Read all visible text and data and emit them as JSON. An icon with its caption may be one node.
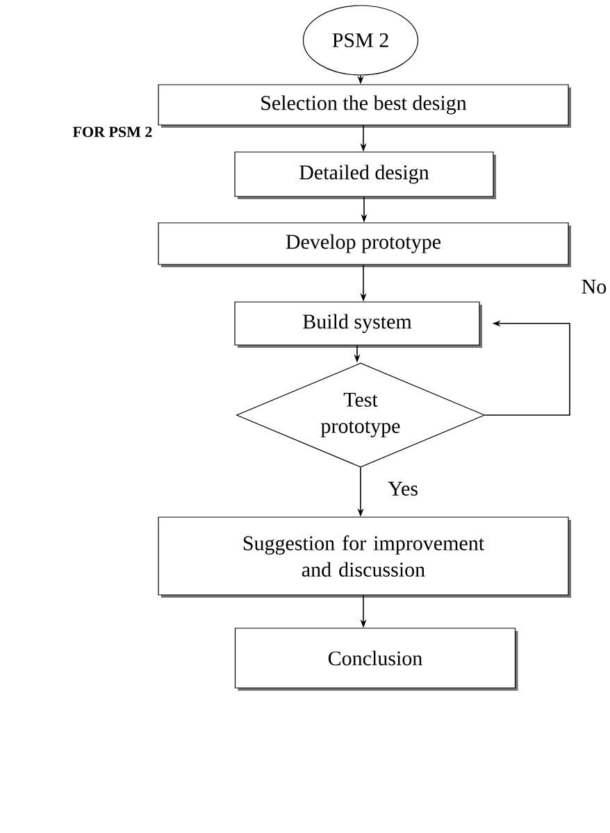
{
  "diagram": {
    "nodes": [
      {
        "text": [
          "PSM 2"
        ]
      },
      {
        "text": [
          "Selection the best design"
        ]
      },
      {
        "text": [
          "Detailed design"
        ]
      },
      {
        "text": [
          "Develop prototype"
        ]
      },
      {
        "text": [
          "Build system"
        ]
      },
      {
        "text": [
          "Test prototype"
        ]
      },
      {
        "text": [
          "Suggestion for improvement and discussion"
        ]
      },
      {
        "text": [
          "Conclusion"
        ]
      }
    ],
    "edges": [
      {
        "from": 0,
        "to": 1,
        "arrow": "to"
      },
      {
        "from": 1,
        "to": 2,
        "arrow": "to"
      },
      {
        "from": 2,
        "to": 3,
        "arrow": "to"
      },
      {
        "from": 3,
        "to": 4,
        "arrow": "to"
      },
      {
        "from": 4,
        "to": 5,
        "arrow": "to"
      },
      {
        "from": 5,
        "to": 6,
        "arrow": "to",
        "label": "Yes"
      },
      {
        "from": 6,
        "to": 7,
        "arrow": "to"
      },
      {
        "from": 5,
        "to": 4,
        "arrow": "to",
        "label": "No"
      }
    ],
    "labels": [
      "FOR PSM 2"
    ]
  }
}
